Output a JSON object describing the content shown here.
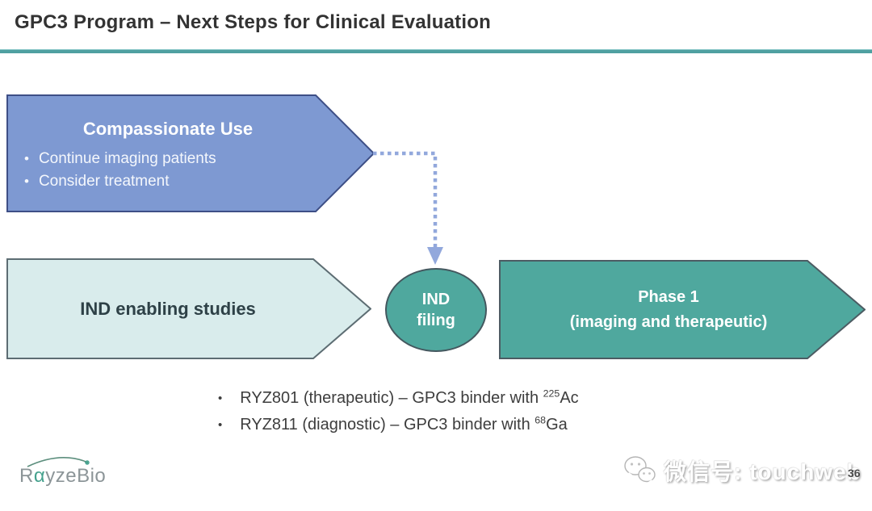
{
  "slide": {
    "title": "GPC3 Program – Next Steps for Clinical Evaluation",
    "page_number": "36"
  },
  "compassionate": {
    "title": "Compassionate Use",
    "bullet_char": "•",
    "bullets": [
      "Continue imaging patients",
      "Consider treatment"
    ]
  },
  "ind_enabling": {
    "label": "IND enabling studies"
  },
  "ind_filing": {
    "line1": "IND",
    "line2": "filing"
  },
  "phase1": {
    "line1": "Phase 1",
    "line2": "(imaging and therapeutic)"
  },
  "notes": {
    "bullet_char": "•",
    "items": [
      {
        "pre": "RYZ801 (therapeutic) – GPC3 binder with ",
        "sup": "225",
        "post": "Ac"
      },
      {
        "pre": "RYZ811 (diagnostic) – GPC3 binder with ",
        "sup": "68",
        "post": "Ga"
      }
    ]
  },
  "logo": {
    "part1": "R",
    "alpha": "α",
    "part2": "yzeΒio"
  },
  "watermark": {
    "label": "微信号: touchweb"
  },
  "colors": {
    "accent_teal": "#4fa89e",
    "accent_teal_border": "#4c5c63",
    "light_teal_fill": "#d9ecec",
    "blue_fill": "#7e99d2",
    "blue_border": "#3e4f86",
    "dotted_connector": "#92a8dc",
    "title_rule": "#4fa0a1",
    "logo_gray": "#8c9598",
    "logo_green": "#45a18d"
  }
}
